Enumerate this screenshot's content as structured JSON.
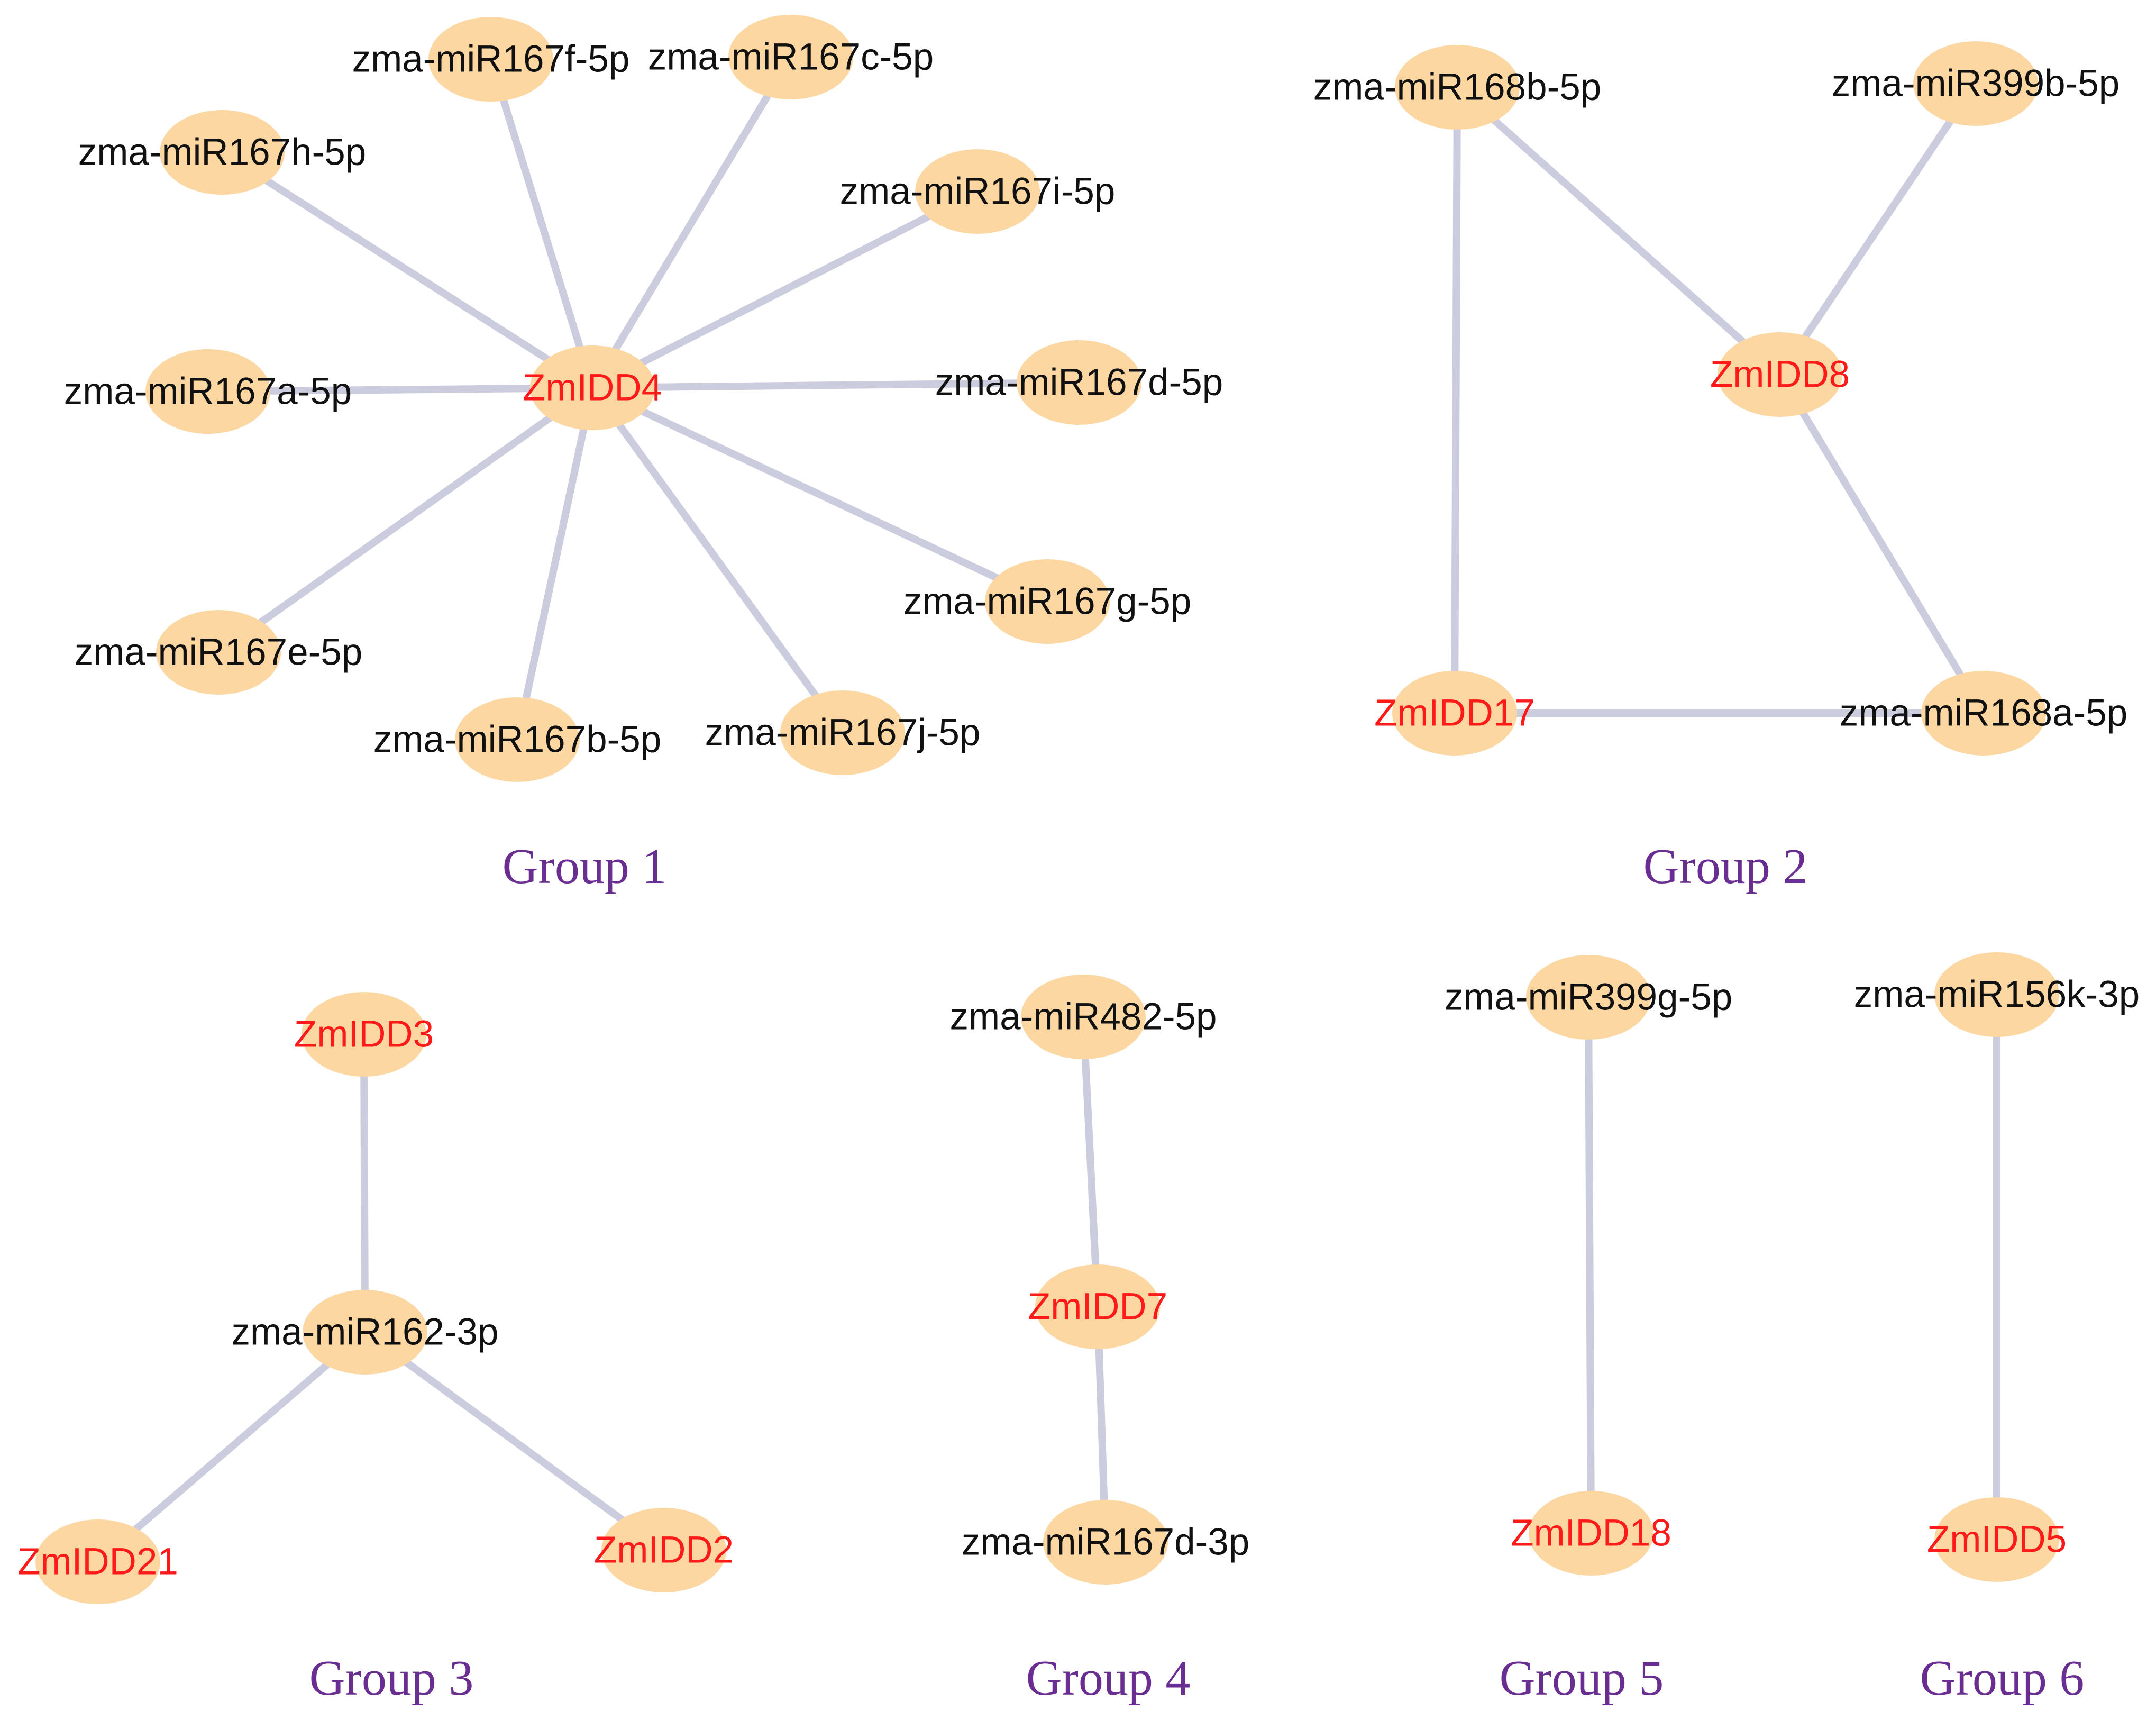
{
  "colors": {
    "edge": "#ccccdf",
    "node": "#fcd7a2",
    "mirna_label": "#111111",
    "gene_label": "#ff1a1a",
    "group_label": "#6a2e93"
  },
  "groups": [
    {
      "label": "Group 1"
    },
    {
      "label": "Group 2"
    },
    {
      "label": "Group 3"
    },
    {
      "label": "Group 4"
    },
    {
      "label": "Group 5"
    },
    {
      "label": "Group 6"
    }
  ],
  "nodes": [
    {
      "id": "zmidd4",
      "label": "ZmIDD4",
      "kind": "gene"
    },
    {
      "id": "mir167f5p",
      "label": "zma-miR167f-5p",
      "kind": "mirna"
    },
    {
      "id": "mir167c5p",
      "label": "zma-miR167c-5p",
      "kind": "mirna"
    },
    {
      "id": "mir167h5p",
      "label": "zma-miR167h-5p",
      "kind": "mirna"
    },
    {
      "id": "mir167i5p",
      "label": "zma-miR167i-5p",
      "kind": "mirna"
    },
    {
      "id": "mir167a5p",
      "label": "zma-miR167a-5p",
      "kind": "mirna"
    },
    {
      "id": "mir167d5p",
      "label": "zma-miR167d-5p",
      "kind": "mirna"
    },
    {
      "id": "mir167e5p",
      "label": "zma-miR167e-5p",
      "kind": "mirna"
    },
    {
      "id": "mir167g5p",
      "label": "zma-miR167g-5p",
      "kind": "mirna"
    },
    {
      "id": "mir167b5p",
      "label": "zma-miR167b-5p",
      "kind": "mirna"
    },
    {
      "id": "mir167j5p",
      "label": "zma-miR167j-5p",
      "kind": "mirna"
    },
    {
      "id": "mir168b5p",
      "label": "zma-miR168b-5p",
      "kind": "mirna"
    },
    {
      "id": "mir399b5p",
      "label": "zma-miR399b-5p",
      "kind": "mirna"
    },
    {
      "id": "zmidd8",
      "label": "ZmIDD8",
      "kind": "gene"
    },
    {
      "id": "zmidd17",
      "label": "ZmIDD17",
      "kind": "gene"
    },
    {
      "id": "mir168a5p",
      "label": "zma-miR168a-5p",
      "kind": "mirna"
    },
    {
      "id": "zmidd3",
      "label": "ZmIDD3",
      "kind": "gene"
    },
    {
      "id": "mir1623p",
      "label": "zma-miR162-3p",
      "kind": "mirna"
    },
    {
      "id": "zmidd21",
      "label": "ZmIDD21",
      "kind": "gene"
    },
    {
      "id": "zmidd2",
      "label": "ZmIDD2",
      "kind": "gene"
    },
    {
      "id": "mir4825p",
      "label": "zma-miR482-5p",
      "kind": "mirna"
    },
    {
      "id": "zmidd7",
      "label": "ZmIDD7",
      "kind": "gene"
    },
    {
      "id": "mir167d3p",
      "label": "zma-miR167d-3p",
      "kind": "mirna"
    },
    {
      "id": "mir399g5p",
      "label": "zma-miR399g-5p",
      "kind": "mirna"
    },
    {
      "id": "zmidd18",
      "label": "ZmIDD18",
      "kind": "gene"
    },
    {
      "id": "mir156k3p",
      "label": "zma-miR156k-3p",
      "kind": "mirna"
    },
    {
      "id": "zmidd5",
      "label": "ZmIDD5",
      "kind": "gene"
    }
  ],
  "edges": [
    [
      "zmidd4",
      "mir167f5p"
    ],
    [
      "zmidd4",
      "mir167c5p"
    ],
    [
      "zmidd4",
      "mir167h5p"
    ],
    [
      "zmidd4",
      "mir167i5p"
    ],
    [
      "zmidd4",
      "mir167a5p"
    ],
    [
      "zmidd4",
      "mir167d5p"
    ],
    [
      "zmidd4",
      "mir167e5p"
    ],
    [
      "zmidd4",
      "mir167g5p"
    ],
    [
      "zmidd4",
      "mir167b5p"
    ],
    [
      "zmidd4",
      "mir167j5p"
    ],
    [
      "mir168b5p",
      "zmidd8"
    ],
    [
      "mir168b5p",
      "zmidd17"
    ],
    [
      "mir399b5p",
      "zmidd8"
    ],
    [
      "zmidd8",
      "mir168a5p"
    ],
    [
      "zmidd17",
      "mir168a5p"
    ],
    [
      "zmidd3",
      "mir1623p"
    ],
    [
      "mir1623p",
      "zmidd21"
    ],
    [
      "mir1623p",
      "zmidd2"
    ],
    [
      "mir4825p",
      "zmidd7"
    ],
    [
      "zmidd7",
      "mir167d3p"
    ],
    [
      "mir399g5p",
      "zmidd18"
    ],
    [
      "mir156k3p",
      "zmidd5"
    ]
  ]
}
